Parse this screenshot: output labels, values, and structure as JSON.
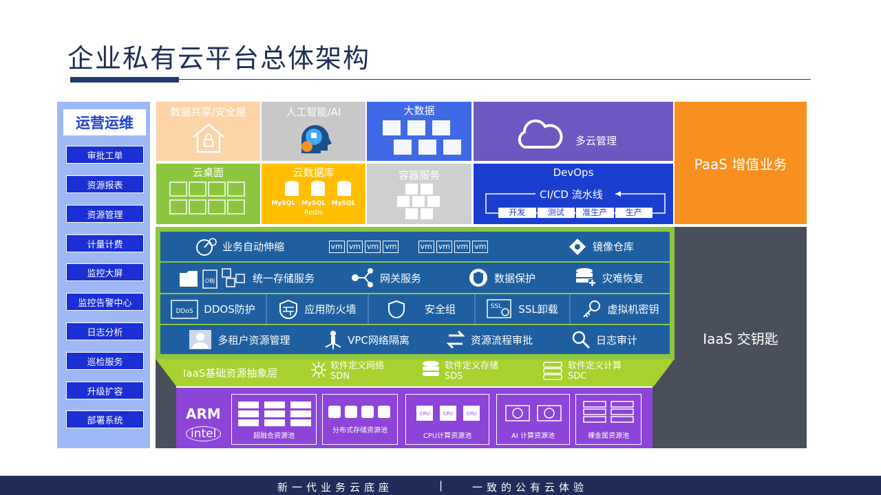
{
  "title": "企业私有云平台总体架构",
  "ops": {
    "heading": "运营运维",
    "items": [
      "审批工单",
      "资源报表",
      "资源管理",
      "计量计费",
      "监控大屏",
      "监控告警中心",
      "日志分析",
      "巡检服务",
      "升级扩容",
      "部署系统"
    ]
  },
  "paas": {
    "data_share": "数据共享/安全屋",
    "ai": "人工智能/AI",
    "bigdata": "大数据",
    "multicloud": "多云管理",
    "desktop": "云桌面",
    "clouddb": "云数据库",
    "mysql": "MySQL",
    "redis": "Redis",
    "container": "容器服务",
    "devops": "DevOps",
    "cicd": "CI/CD 流水线",
    "stages": [
      "开发",
      "测试",
      "准生产",
      "生产"
    ],
    "side_label": "PaaS 增值业务",
    "colors": {
      "data_share": "#fbd4a8",
      "ai": "#c8c8c8",
      "bigdata": "#3f69e6",
      "multicloud": "#6d57c0",
      "desktop": "#8cc63f",
      "clouddb": "#ffbf00",
      "container": "#cfcfcf",
      "devops": "#1a3fd0",
      "side": "#f7901e"
    }
  },
  "iaas": {
    "side_label": "IaaS 交钥匙",
    "row1": {
      "autoscale": "业务自动伸缩",
      "vm": "vm",
      "mirror": "镜像仓库"
    },
    "row2": {
      "storage": "统一存储服务",
      "gateway": "网关服务",
      "protect": "数据保护",
      "dr": "灾难恢复",
      "obj": "OBJ"
    },
    "row3": {
      "ddos": "DDOS防护",
      "waf": "应用防火墙",
      "secgroup": "安全组",
      "ssl": "SSL卸载",
      "vkey": "虚拟机密钥",
      "ddos_icon": "DDoS",
      "ssl_icon": "SSL"
    },
    "row4": {
      "tenant": "多租户资源管理",
      "vpc": "VPC网络隔离",
      "flow": "资源流程审批",
      "audit": "日志审计"
    }
  },
  "abstract": {
    "label": "IaaS基础资源抽象层",
    "sdn": {
      "name": "软件定义网络",
      "abbr": "SDN"
    },
    "sds": {
      "name": "软件定义存储",
      "abbr": "SDS"
    },
    "sdc": {
      "name": "软件定义计算",
      "abbr": "SDC"
    }
  },
  "hardware": {
    "arm": "ARM",
    "intel": "intel",
    "pools": [
      "超融合资源池",
      "分布式存储资源池",
      "CPU计算资源池",
      "AI 计算资源池",
      "裸金属资源池"
    ],
    "cpu": "CPU"
  },
  "footer": {
    "left": "新一代业务云底座",
    "sep": "|",
    "right": "一致的公有云体验"
  }
}
